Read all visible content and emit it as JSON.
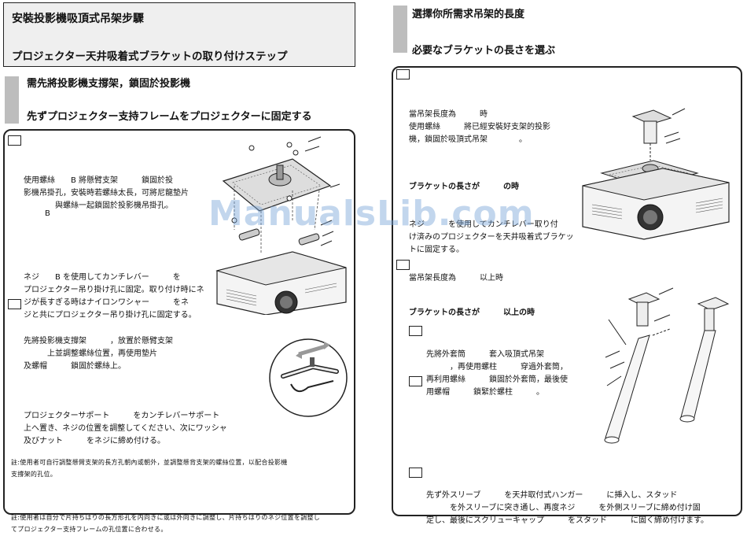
{
  "left": {
    "title_zh": "安裝投影機吸頂式吊架步驟",
    "title_ja": "プロジェクター天井吸着式ブラケットの取り付けステップ",
    "section_zh": "需先將投影機支撐架，鎖固於投影機",
    "section_ja": "先ずプロジェクター支持フレームをプロジェクターに固定する",
    "step1_zh": [
      "使用螺絲　　B 將懸臂支架　　　鎖固於投",
      "影機吊掛孔，安裝時若螺絲太長，可將尼龍墊片",
      "　　　　與螺絲一起鎖固於投影機吊掛孔。"
    ],
    "step1_b_label": "B",
    "step1_ja": [
      "ネジ　　B を使用してカンチレバー　　　を",
      "プロジェクター吊り掛け孔に固定。取り付け時にネ",
      "ジが長すぎる時はナイロンワシャー　　　をネ",
      "ジと共にプロジェクター吊り掛け孔に固定する。"
    ],
    "step2_zh": [
      "先將投影機支撐架　　　，放置於懸臂支架",
      "　　　上並調整螺絲位置，再使用墊片",
      "及螺帽　　　鎖固於螺絲上。"
    ],
    "step2_ja": [
      "プロジェクターサポート　　　をカンチレバーサポート",
      "上へ置き、ネジの位置を調整してください、次にワッシャ",
      "及びナット　　　をネジに締め付ける。"
    ],
    "note_zh": [
      "註:使用者可自行調整懸臂支架的長方孔朝內或朝外，並調整懸背支架的螺絲位置，以配合投影機",
      "支撐架的孔位。"
    ],
    "note_ja": [
      "註:使用者は自分で片持ちはりの長方形孔を内向きに或は外向きに調整し、片持ちはりのネジ位置を調整し",
      "てプロジェクター支持フレームの孔位置に合わせる。"
    ]
  },
  "right": {
    "section_zh": "選擇你所需求吊架的長度",
    "section_ja": "必要なブラケットの長さを選ぶ",
    "a_zh": [
      "當吊架長度為　　　時",
      "使用螺絲　　　將已經安裝好支架的投影",
      "機，鎖固於吸頂式吊架　　　　。"
    ],
    "a_ja_head": "ブラケットの長さが　　　の時",
    "a_ja": [
      "ネジ　　　を使用してカンチレバー取り付",
      "け済みのプロジェクターを天井吸着式ブラケッ",
      "トに固定する。"
    ],
    "b_zh_head": "當吊架長度為　　　以上時",
    "b_ja_head": "ブラケットの長さが　　　以上の時",
    "b_zh": [
      "先將外套筒　　　套入吸頂式吊架",
      "　　　，再使用螺柱　　　穿過外套筒，",
      "再利用螺絲　　　鎖固於外套筒，最後使",
      "用螺帽　　　鎖緊於螺柱　　　。"
    ],
    "b_ja": [
      "先ず外スリーブ　　　を天井取付式ハンガー　　　に挿入し、スタッド",
      "　　　を外スリーブに突き通し、再度ネジ　　　を外側スリーブに締め付け固",
      "定し、最後にスクリューキャップ　　　をスタッド　　　に固く締め付けます。"
    ]
  },
  "watermark": "ManualsLib.com",
  "colors": {
    "header_gray": "#efefef",
    "bar_gray": "#bdbdbd",
    "watermark": "#78a5d7"
  }
}
